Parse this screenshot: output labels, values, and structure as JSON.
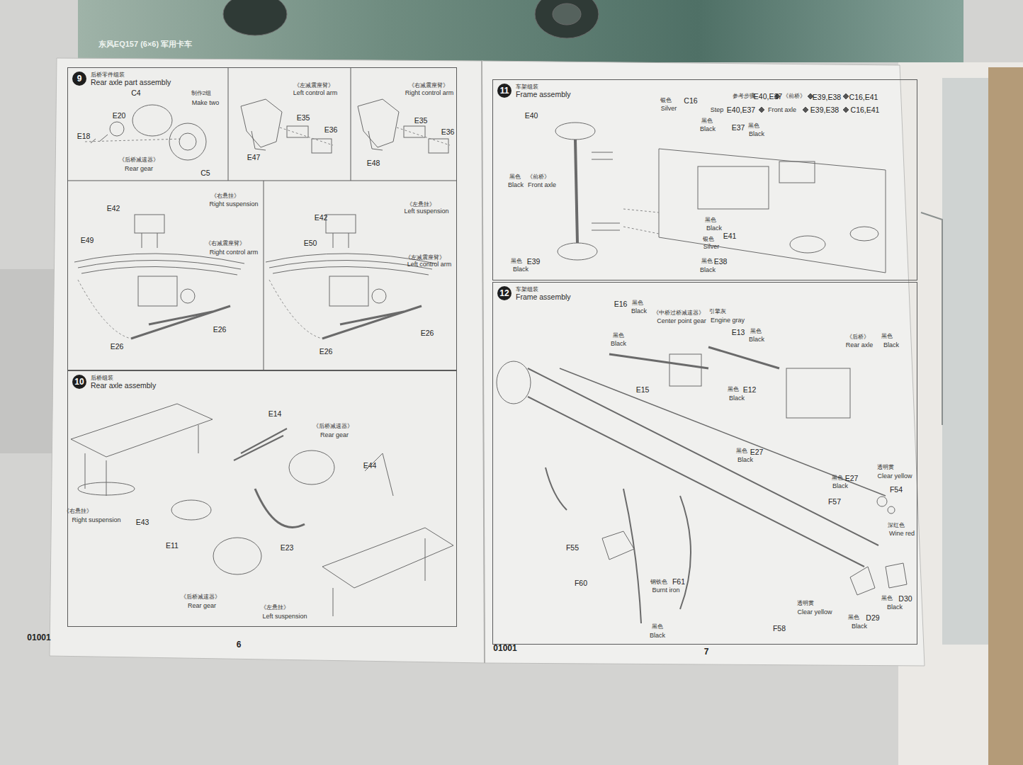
{
  "diagram": {
    "nodes": [
      {
        "text": [
          "9",
          "后桥零件组装",
          "Rear axle part assembly"
        ]
      },
      {
        "text": [
          "10",
          "后桥组装",
          "Rear axle assembly"
        ]
      },
      {
        "text": [
          "11",
          "车架组装",
          "Frame assembly"
        ]
      },
      {
        "text": [
          "12",
          "车架组装",
          "Frame assembly"
        ]
      }
    ],
    "labels": [
      "东风EQ157 (6×6) 军用卡车",
      "C4",
      "制作2组",
      "Make two",
      "E20",
      "E18",
      "《后桥减速器》",
      "Rear gear",
      "C5",
      "《左减震座臂》",
      "Left control arm",
      "E35",
      "E36",
      "E47",
      "《右减震座臂》",
      "Right control arm",
      "E35",
      "E36",
      "E48",
      "E42",
      "《右悬挂》",
      "Right suspension",
      "E49",
      "《右减震座臂》",
      "Right control arm",
      "E26",
      "E26",
      "E42",
      "《左悬挂》",
      "Left suspension",
      "E50",
      "《左减震座臂》",
      "Left control arm",
      "E26",
      "E26",
      "E14",
      "《后桥减速器》",
      "Rear gear",
      "E44",
      "《右悬挂》",
      "Right suspension",
      "E43",
      "E11",
      "E23",
      "《后桥减速器》",
      "Rear gear",
      "《左悬挂》",
      "Left suspension",
      "01001",
      "6",
      "E40",
      "银色",
      "Silver",
      "C16",
      "黑色",
      "Black",
      "E37",
      "黑色",
      "Black",
      "参考步骤",
      "E40,E37",
      "《前桥》",
      "E39,E38",
      "C16,E41",
      "Step",
      "E40,E37",
      "Front axle",
      "E39,E38",
      "C16,E41",
      "黑色",
      "《前桥》",
      "Black",
      "Front axle",
      "黑色",
      "Black",
      "E41",
      "银色",
      "Silver",
      "黑色",
      "E39",
      "Black",
      "黑色",
      "E38",
      "Black",
      "E16",
      "黑色",
      "Black",
      "《中桥过桥减速器》",
      "Center point gear",
      "引擎灰",
      "Engine gray",
      "黑色",
      "Black",
      "E13",
      "黑色",
      "Black",
      "《后桥》",
      "Rear axle",
      "黑色",
      "Black",
      "E15",
      "黑色",
      "E12",
      "Black",
      "黑色",
      "E27",
      "Black",
      "黑色",
      "E27",
      "Black",
      "透明黄",
      "Clear yellow",
      "F54",
      "F57",
      "深红色",
      "Wine red",
      "F55",
      "F60",
      "钢铁色",
      "F61",
      "Burnt iron",
      "透明黄",
      "Clear yellow",
      "黑色",
      "D30",
      "Black",
      "黑色",
      "D29",
      "Black",
      "F58",
      "黑色",
      "Black",
      "01001",
      "7"
    ]
  }
}
